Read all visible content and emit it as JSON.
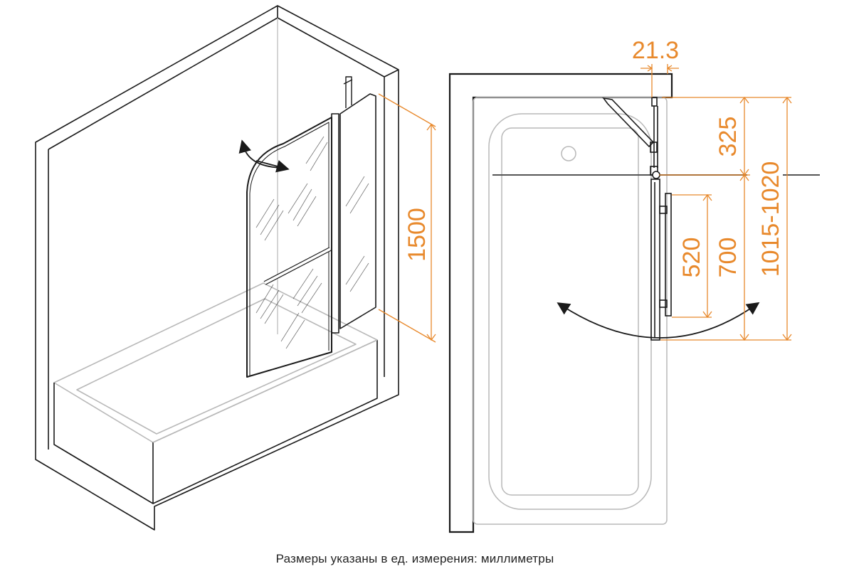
{
  "colors": {
    "line": "#1a1a1a",
    "light_line": "#b8b8b8",
    "dimension": "#e8892c",
    "background": "#ffffff"
  },
  "dimensions": {
    "top_offset": "21.3",
    "hinge_to_pivot": "325",
    "handle_length": "520",
    "swing_panel_width": "700",
    "total_width": "1015-1020",
    "height": "1500"
  },
  "icons": {
    "swing_arrow": "double-arrow-icon",
    "open_arrow": "curved-arrow-icon"
  },
  "caption": "Размеры указаны в ед. измерения: миллиметры"
}
